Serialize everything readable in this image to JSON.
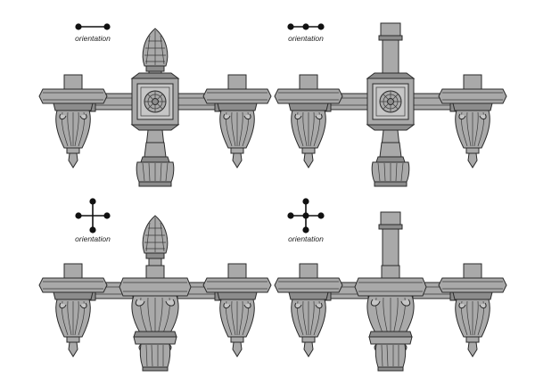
{
  "colors": {
    "background": "#ffffff",
    "metal": "#a9a9a9",
    "metal_light": "#c6c6c6",
    "metal_dark": "#8c8c8c",
    "outline": "#2a2a2a",
    "icon": "#111111"
  },
  "panels": [
    {
      "orientation_label": "orientation",
      "icon": "two-way-inline-icon",
      "cap": "acorn-finial",
      "center": "square-rosette-hub",
      "bottom": "fluted-base"
    },
    {
      "orientation_label": "orientation",
      "icon": "three-way-inline-icon",
      "cap": "cylindrical-stem",
      "center": "square-rosette-hub",
      "bottom": "fluted-base"
    },
    {
      "orientation_label": "orientation",
      "icon": "four-way-cross-icon",
      "cap": "acorn-finial",
      "center": "acanthus-hub",
      "bottom": "fluted-base-with-pendant"
    },
    {
      "orientation_label": "orientation",
      "icon": "four-way-cross-center-dot-icon",
      "cap": "cylindrical-stem",
      "center": "acanthus-hub",
      "bottom": "fluted-base-with-pendant"
    }
  ]
}
